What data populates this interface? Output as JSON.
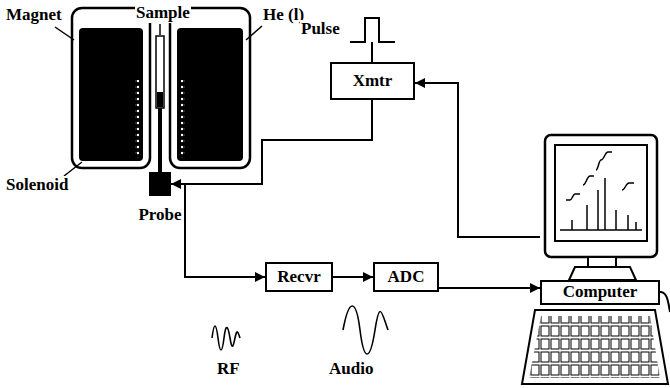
{
  "diagram": {
    "nodes": [
      {
        "text": [
          "Xmtr"
        ]
      },
      {
        "text": [
          "Probe"
        ]
      },
      {
        "text": [
          "Recvr"
        ]
      },
      {
        "text": [
          "ADC"
        ]
      },
      {
        "text": [
          "Computer"
        ]
      }
    ],
    "edges": [
      {
        "from": 4,
        "to": 0,
        "arrow": "to"
      },
      {
        "from": 0,
        "to": 1,
        "arrow": "to"
      },
      {
        "from": 1,
        "to": 2,
        "label": "RF",
        "arrow": "to"
      },
      {
        "from": 2,
        "to": 3,
        "label": "Audio",
        "arrow": "to"
      },
      {
        "from": 3,
        "to": 4,
        "arrow": "to"
      }
    ],
    "labels": [
      "Magnet",
      "Sample",
      "He (l)",
      "Solenoid",
      "Pulse"
    ]
  }
}
